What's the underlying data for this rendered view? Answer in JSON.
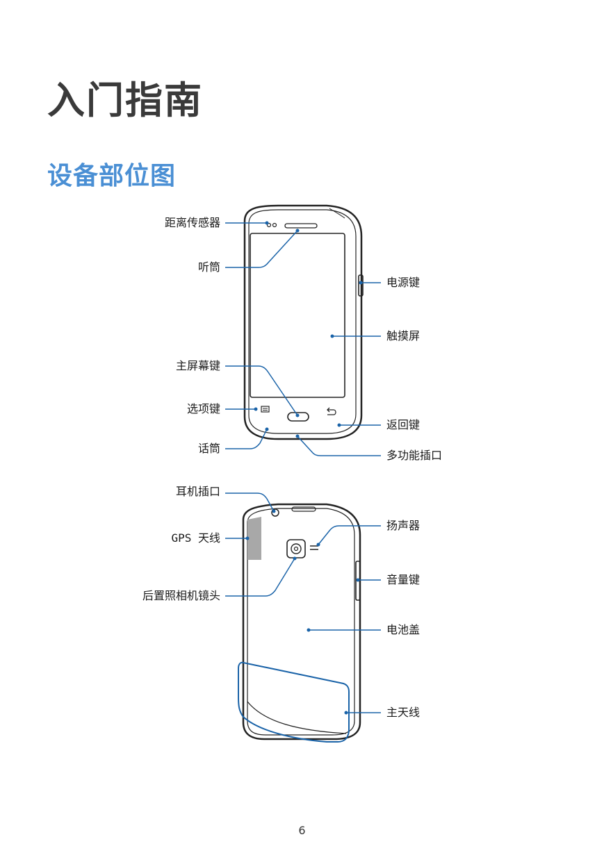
{
  "chapter_title": "入门指南",
  "section_title": "设备部位图",
  "front_labels": {
    "proximity_sensor": "距离传感器",
    "earpiece": "听筒",
    "power_key": "电源键",
    "touch_screen": "触摸屏",
    "home_key": "主屏幕键",
    "menu_key": "选项键",
    "back_key": "返回键",
    "microphone": "话筒",
    "multipurpose_jack": "多功能插口"
  },
  "back_labels": {
    "headset_jack": "耳机插口",
    "speaker": "扬声器",
    "gps_antenna": "GPS 天线",
    "volume_key": "音量键",
    "rear_camera": "后置照相机镜头",
    "battery_cover": "电池盖",
    "main_antenna": "主天线"
  },
  "page_number": "6",
  "colors": {
    "title": "#3a3a3a",
    "section": "#4a8fd4",
    "callout": "#1a63a8",
    "device_outline": "#222222",
    "gps_fill": "#a8a8a8"
  }
}
